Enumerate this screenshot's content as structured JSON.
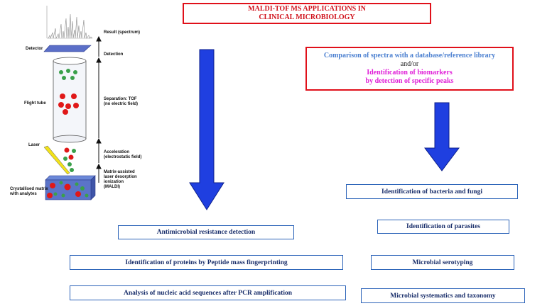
{
  "schematic": {
    "result_label": "Result (spectrum)",
    "detection_label": "Detection",
    "detector_label": "Detector",
    "flight_tube_label": "Flight tube",
    "separation_label_1": "Separation: TOF",
    "separation_label_2": "(no electric field)",
    "laser_label": "Laser",
    "acceleration_label_1": "Acceleration",
    "acceleration_label_2": "(electrostatic field)",
    "maldi_label_1": "Matrix-assisted",
    "maldi_label_2": "laser desorption",
    "maldi_label_3": "ionization",
    "maldi_label_4": "(MALDI)",
    "matrix_label_1": "Crystallised matrix",
    "matrix_label_2": "with analytes"
  },
  "title": {
    "line1": "MALDI-TOF MS APPLICATIONS IN",
    "line2": "CLINICAL MICROBIOLOGY"
  },
  "comparison": {
    "line1": "Comparison of spectra with a database/reference library",
    "line2": "and/or",
    "line3": "Identification of biomarkers",
    "line4": "by detection of specific peaks"
  },
  "right_apps": [
    "Identification of bacteria and fungi",
    "Identification of parasites",
    "Microbial serotyping",
    "Microbial systematics and taxonomy"
  ],
  "left_apps": [
    "Antimicrobial resistance detection",
    "Identification of proteins by Peptide mass fingerprinting",
    "Analysis of nucleic acid sequences after PCR amplification"
  ],
  "colors": {
    "arrow_blue": "#1f3fe0",
    "box_red": "#e0101a",
    "box_blue": "#2a62b8",
    "ion_red": "#e01818",
    "ion_green": "#3aa04a"
  }
}
